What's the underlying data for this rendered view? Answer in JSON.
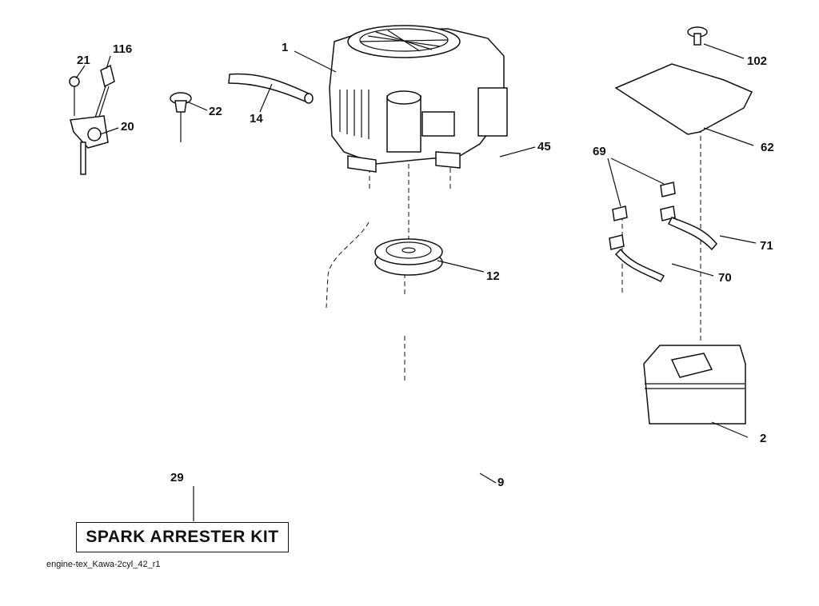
{
  "callouts": {
    "c1": "1",
    "c2": "2",
    "c9": "9",
    "c12": "12",
    "c14": "14",
    "c20": "20",
    "c21": "21",
    "c22": "22",
    "c29": "29",
    "c45": "45",
    "c62": "62",
    "c69": "69",
    "c70": "70",
    "c71": "71",
    "c102": "102",
    "c116": "116"
  },
  "kit_label": "SPARK ARRESTER KIT",
  "drawing_file": "engine-tex_Kawa-2cyl_42_r1"
}
